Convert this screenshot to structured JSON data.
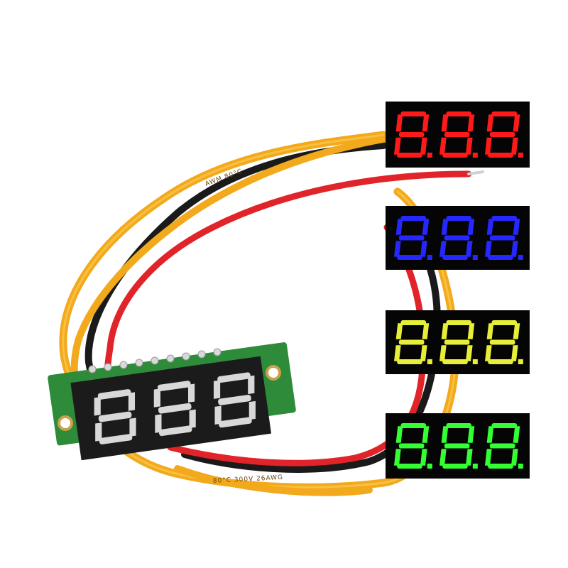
{
  "product": {
    "module": "3-digit LED voltmeter module",
    "wires": [
      "black",
      "red",
      "yellow"
    ]
  },
  "cable_prints": [
    {
      "text": "80°C  300V  26AWG"
    },
    {
      "text": "AWM  80°C"
    }
  ],
  "color_variants": [
    {
      "name": "red",
      "segment_color": "#ff1a1a"
    },
    {
      "name": "blue",
      "segment_color": "#2626ff"
    },
    {
      "name": "yellow",
      "segment_color": "#e6ee3a"
    },
    {
      "name": "green",
      "segment_color": "#33ff33"
    }
  ],
  "colors": {
    "pcb": "#2e8b3a",
    "display_body": "#1b1b1b",
    "unlit_segment": "#d8d8d8",
    "wire_black": "#1a1a1a",
    "wire_red": "#e0242a",
    "wire_yellow": "#f2a91c"
  }
}
